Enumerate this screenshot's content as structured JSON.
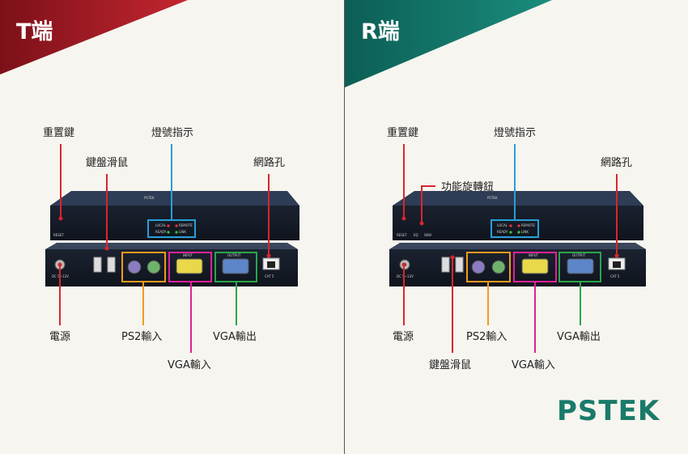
{
  "panels": {
    "t": {
      "title": "T端",
      "labels": {
        "reset": "重置鍵",
        "led": "燈號指示",
        "kbmouse": "鍵盤滑鼠",
        "network": "網路孔",
        "power": "電源",
        "ps2": "PS2輸入",
        "vga_out": "VGA輸出",
        "vga_in": "VGA輸入"
      },
      "device": {
        "reset": "RESET",
        "local": "LOCAL",
        "remote": "REMOTE",
        "ready": "READY",
        "link": "LINK",
        "input": "INPUT",
        "output": "OUTPUT",
        "cat": "CAT 5",
        "dc": "DC 5~12V",
        "logo": "PSTEK"
      }
    },
    "r": {
      "title": "R端",
      "labels": {
        "reset": "重置鍵",
        "led": "燈號指示",
        "knob": "功能旋轉鈕",
        "network": "網路孔",
        "power": "電源",
        "ps2": "PS2輸入",
        "vga_out": "VGA輸出",
        "kbmouse": "鍵盤滑鼠",
        "vga_in": "VGA輸入"
      },
      "device": {
        "reset": "RESET",
        "local": "LOCAL",
        "remote": "REMOTE",
        "ready": "READY",
        "link": "LINK",
        "input": "INPUT",
        "output": "OUTPUT",
        "cat": "CAT 5",
        "dc": "DC 5~12V",
        "eq": "EQ",
        "skw": "SKW",
        "logo": "PSTEK"
      }
    }
  },
  "brand": {
    "logo": "PSTEK"
  },
  "colors": {
    "t_header": "#a01c25",
    "r_header": "#137a6c",
    "red": "#d8262d",
    "blue": "#2a9fd8",
    "orange": "#f39a1e",
    "magenta": "#e0209a",
    "green": "#2aa54a"
  }
}
